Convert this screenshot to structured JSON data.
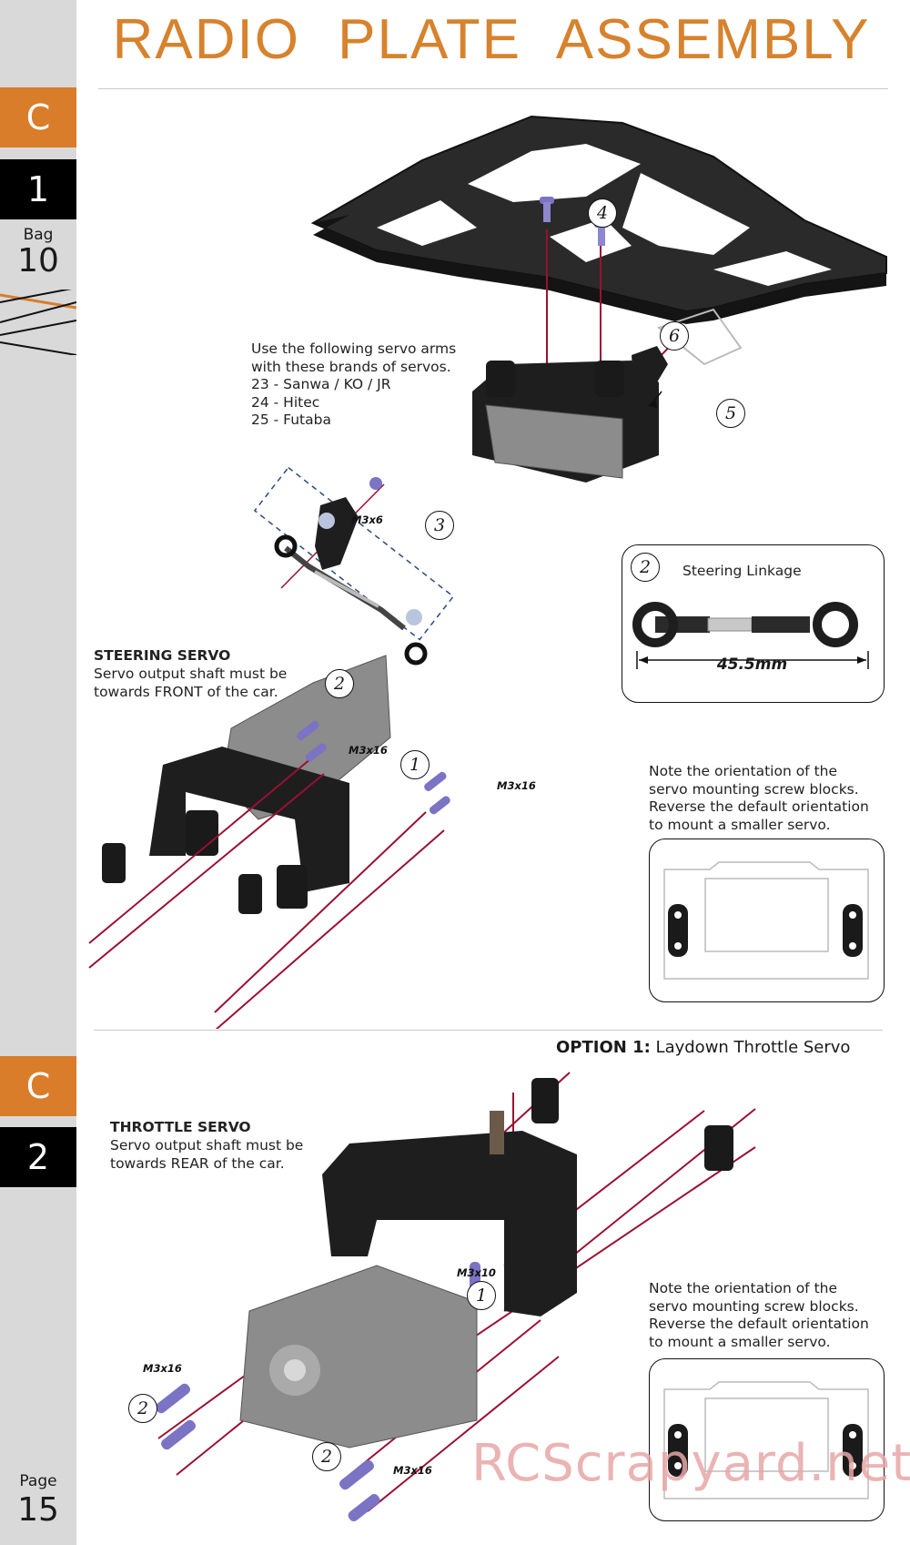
{
  "page": {
    "title": "RADIO PLATE ASSEMBLY",
    "watermark": "RCScrapyard.net"
  },
  "sidebar": {
    "section1_letter": "C",
    "section1_number": "1",
    "bag_label": "Bag",
    "bag_number": "10",
    "section2_letter": "C",
    "section2_number": "2",
    "page_label": "Page",
    "page_number": "15"
  },
  "step1": {
    "servo_arm_note": "Use the following servo arms\nwith these brands of servos.\n23 - Sanwa / KO / JR\n24 - Hitec\n25 - Futaba",
    "callouts": [
      "4",
      "6",
      "5",
      "3",
      "2",
      "1",
      "2"
    ],
    "screw_labels": [
      "M3x6",
      "M3x16",
      "M3x16"
    ],
    "steering_heading": "STEERING SERVO",
    "steering_text": "Servo output shaft must be\ntowards FRONT of the car.",
    "linkage_callout": "2",
    "linkage_title": "Steering Linkage",
    "linkage_length": "45.5mm",
    "orientation_note": "Note the orientation of the\nservo mounting screw blocks.\nReverse the default orientation\nto mount a smaller servo."
  },
  "step2": {
    "option_label": "OPTION 1:",
    "option_text": " Laydown Throttle Servo",
    "throttle_heading": "THROTTLE SERVO",
    "throttle_text": "Servo output shaft must be\ntowards REAR of the car.",
    "screw_labels": [
      "M3x10",
      "M3x16",
      "M3x16"
    ],
    "callouts": [
      "1",
      "2",
      "2"
    ],
    "orientation_note": "Note the orientation of the\nservo mounting screw blocks.\nReverse the default orientation\nto mount a smaller servo."
  },
  "colors": {
    "accent_orange": "#d97d2a",
    "sidebar_grey": "#d9d9d9",
    "guide_red": "#9b1030",
    "screw_purple": "#7b73c4"
  }
}
